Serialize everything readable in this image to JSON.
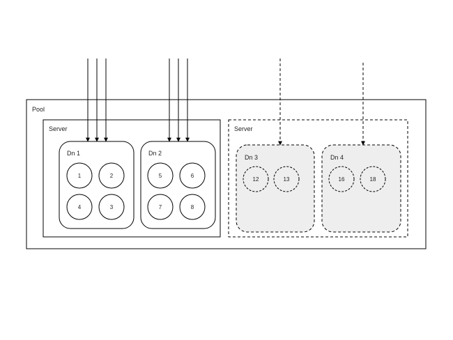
{
  "pool": {
    "label": "Pool"
  },
  "servers": [
    {
      "label": "Server",
      "style": "solid",
      "nodes": [
        {
          "label": "Dn 1",
          "style": "solid",
          "disks": [
            "1",
            "2",
            "4",
            "3"
          ]
        },
        {
          "label": "Dn 2",
          "style": "solid",
          "disks": [
            "5",
            "6",
            "7",
            "8"
          ]
        }
      ]
    },
    {
      "label": "Server",
      "style": "dashed",
      "nodes": [
        {
          "label": "Dn 3",
          "style": "dashed",
          "disks": [
            "12",
            "13"
          ]
        },
        {
          "label": "Dn 4",
          "style": "dashed",
          "disks": [
            "16",
            "18"
          ]
        }
      ]
    }
  ],
  "colors": {
    "stroke": "#000000",
    "dashed_node_fill": "#eeeeee",
    "solid_fill": "#ffffff"
  }
}
